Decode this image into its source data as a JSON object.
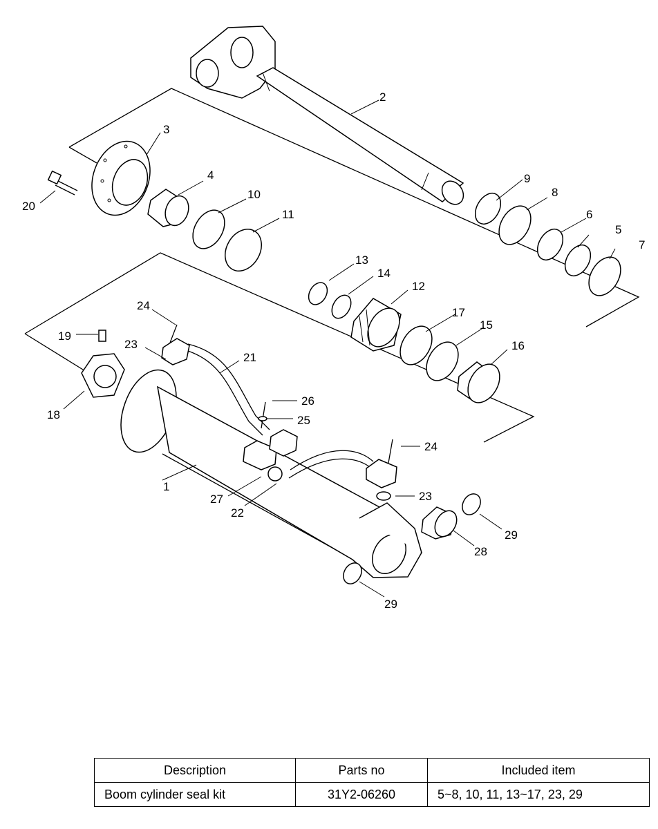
{
  "callouts": [
    "1",
    "2",
    "3",
    "4",
    "5",
    "6",
    "7",
    "8",
    "9",
    "10",
    "11",
    "12",
    "13",
    "14",
    "15",
    "16",
    "17",
    "18",
    "19",
    "20",
    "21",
    "22",
    "23",
    "23",
    "24",
    "24",
    "25",
    "26",
    "27",
    "28",
    "29",
    "29"
  ],
  "table": {
    "headers": [
      "Description",
      "Parts no",
      "Included item"
    ],
    "rows": [
      [
        "Boom cylinder seal kit",
        "31Y2-06260",
        "5~8, 10, 11, 13~17, 23, 29"
      ]
    ]
  }
}
